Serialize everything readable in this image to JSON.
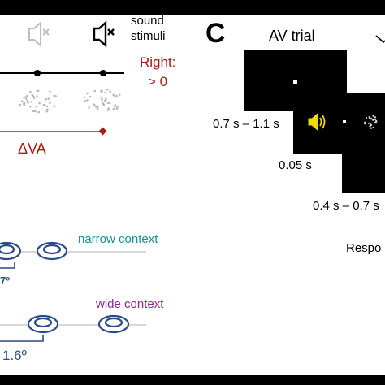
{
  "panel_a": {
    "sound_label_line1": "sound",
    "sound_label_line2": "stimuli",
    "right_label_line1": "Right:",
    "right_label_line2": "> 0",
    "delta_label": "ΔVA"
  },
  "panel_b": {
    "narrow_context": "narrow context",
    "narrow_angle_fragment": "7º",
    "wide_context": "wide context",
    "wide_angle": "1.6º"
  },
  "panel_c": {
    "panel_letter": "C",
    "title": "AV trial",
    "timings": [
      "0.7 s – 1.1 s",
      "0.05 s",
      "0.4 s – 0.7 s"
    ],
    "response_fragment": "Respo"
  },
  "colors": {
    "red": "#b01818",
    "teal": "#1a8f8f",
    "purple": "#8a2a8a",
    "blue": "#2b4a86",
    "yellow": "#f0d800",
    "grey": "#b9b9b9"
  }
}
